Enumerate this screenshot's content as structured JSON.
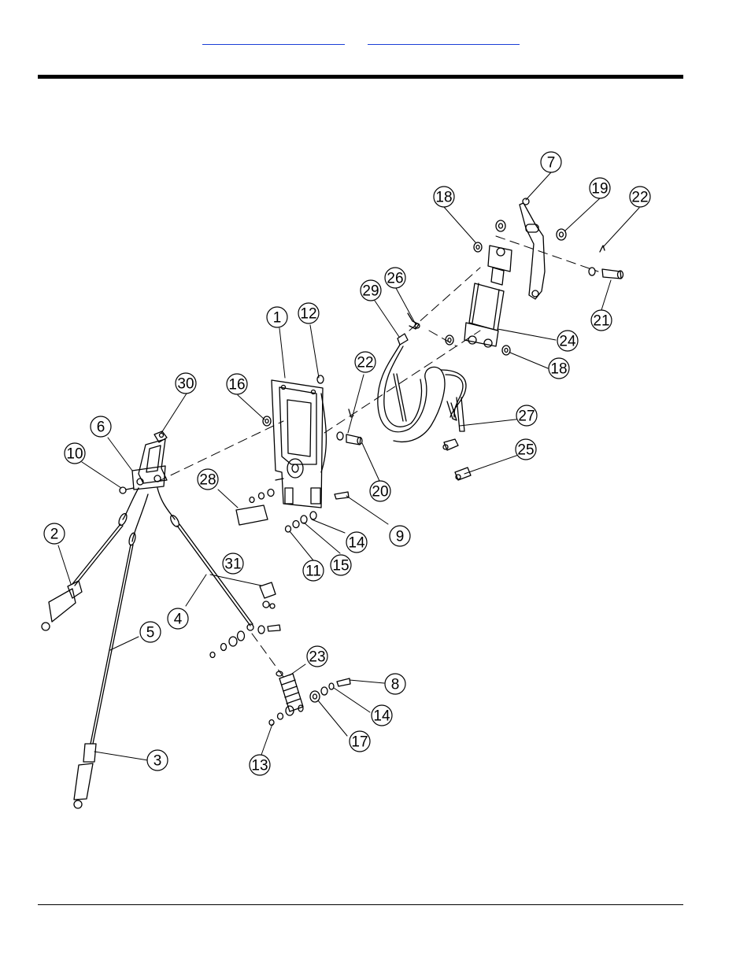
{
  "header": {
    "link_1": "",
    "link_2": ""
  },
  "callouts": [
    "1",
    "2",
    "3",
    "4",
    "5",
    "6",
    "7",
    "8",
    "9",
    "10",
    "11",
    "12",
    "13",
    "14",
    "14",
    "15",
    "16",
    "17",
    "18",
    "18",
    "19",
    "20",
    "21",
    "22",
    "22",
    "23",
    "24",
    "25",
    "26",
    "27",
    "28",
    "29",
    "30",
    "31"
  ]
}
